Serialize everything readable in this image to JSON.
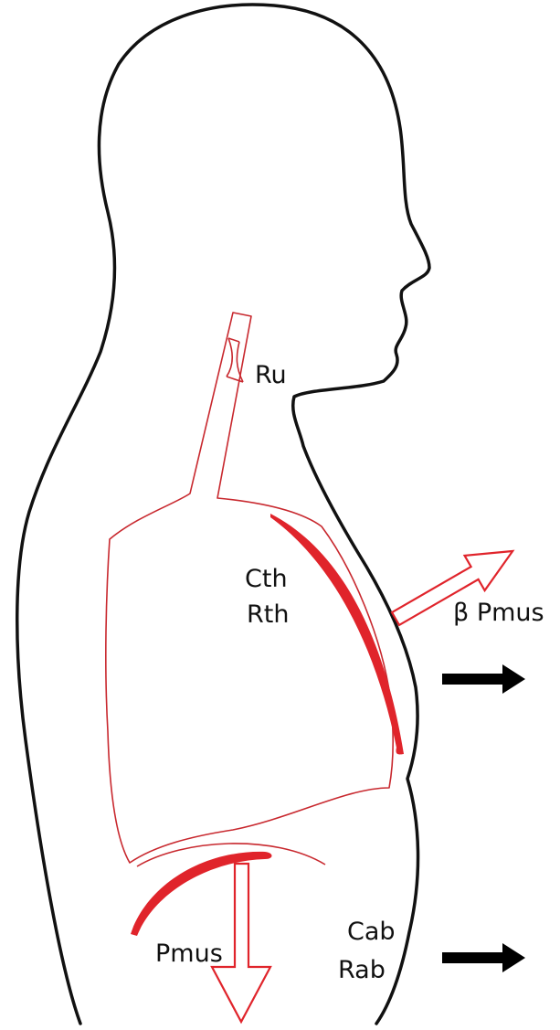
{
  "labels": {
    "upper_airway": "Ru",
    "chest_wall_compliance": "Cth",
    "chest_wall_resistance": "Rth",
    "beta_pressure": "β Pmus",
    "diaphragm_pressure": "Pmus",
    "abdomen_compliance": "Cab",
    "abdomen_resistance": "Rab"
  },
  "colors": {
    "outline": "#111111",
    "airway": "#c8282e",
    "muscle": "#e0242b",
    "arrow": "#000000"
  }
}
